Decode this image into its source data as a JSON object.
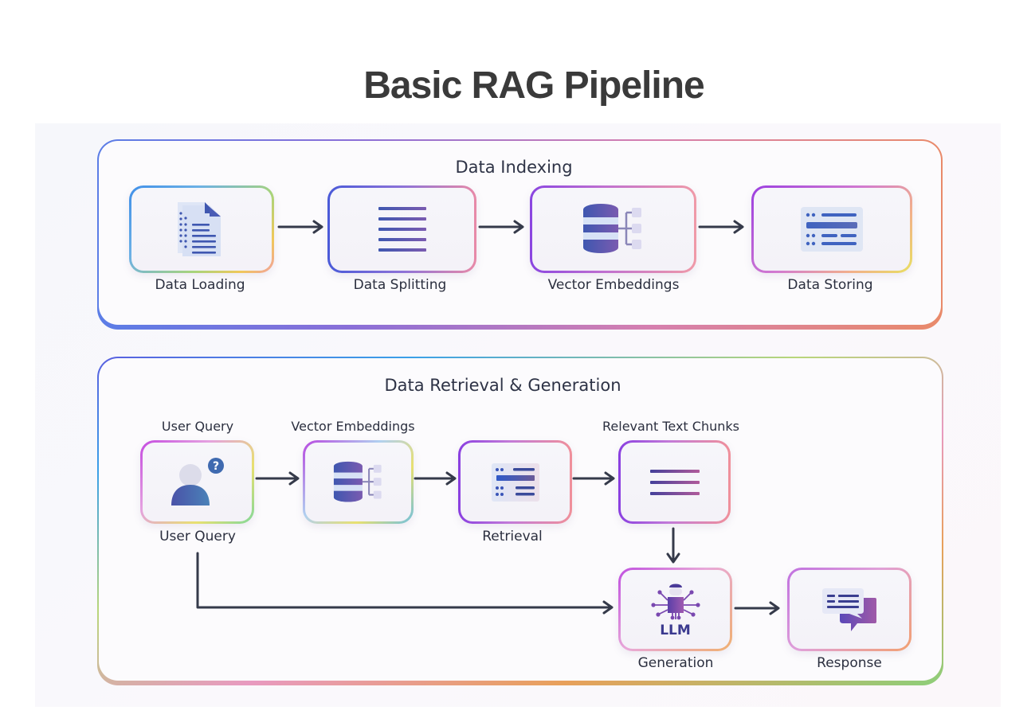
{
  "title": "Basic RAG Pipeline",
  "indexing": {
    "title": "Data Indexing",
    "nodes": [
      {
        "label": "Data Loading",
        "icon": "documents-icon"
      },
      {
        "label": "Data Splitting",
        "icon": "text-lines-icon"
      },
      {
        "label": "Vector Embeddings",
        "icon": "database-vector-icon"
      },
      {
        "label": "Data Storing",
        "icon": "storage-list-icon"
      }
    ]
  },
  "retrieval": {
    "title": "Data Retrieval & Generation",
    "nodes": [
      {
        "top_label": "User Query",
        "label": "User Query",
        "icon": "user-question-icon"
      },
      {
        "top_label": "Vector Embeddings",
        "label": "",
        "icon": "database-vector-icon"
      },
      {
        "top_label": "",
        "label": "Retrieval",
        "icon": "retrieval-list-icon"
      },
      {
        "top_label": "Relevant Text Chunks",
        "label": "",
        "icon": "text-chunks-icon"
      },
      {
        "label": "Generation",
        "icon": "llm-chip-icon",
        "inner_text": "LLM"
      },
      {
        "label": "Response",
        "icon": "chat-bubbles-icon"
      }
    ]
  },
  "colors": {
    "title": "#3a3a3a",
    "text": "#2b2f3f",
    "arrow": "#353a4a",
    "icon_primary": "#3f57b0",
    "icon_secondary": "#7a5bc0",
    "icon_light": "#dfe6f6"
  }
}
